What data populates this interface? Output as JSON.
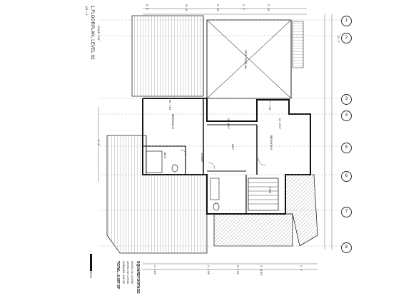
{
  "title": {
    "main": "1.FLOORPLAN, LEVEL 02",
    "scale": "1/8\" = 1'",
    "note": "SCALE: 3/16\""
  },
  "square_footage": {
    "heading": "SQUAREFOOTAGE",
    "lines": [
      "LEVEL 01 LIVING",
      "LEVEL 02 LIVING",
      "GARAGE: 496 SF",
      "TOTAL: 2,087 SF"
    ]
  },
  "north": {
    "label": "NORTH"
  },
  "grid_lines": [
    "1",
    "2",
    "3",
    "4",
    "5",
    "6",
    "7",
    "8"
  ],
  "rooms": {
    "open_to_below": "OPEN TO BELOW",
    "bedroom_3": "BEDROOM #3",
    "bedroom_2": "BEDROOM #2",
    "loft": "LOFT",
    "bath": "BATH",
    "closet": "CLOSET",
    "stair": "STAIR"
  },
  "dimensions": {
    "top": [
      "8' - 6\"",
      "11' - 8\"",
      "8' - 10\"",
      "5' - 2\"",
      "5' - 10\""
    ],
    "bottom": [
      "4' - 5 1/2\"",
      "4' - 5 3/4\"",
      "8' - 0 3/4\"",
      "3' - 11 3/4\"",
      "4' - 4\""
    ],
    "interior": [
      "18' - 5 1/2\"",
      "11' - 6 3/4\"",
      "11' - 6 3/4\"",
      "7' - 0 3/4\"",
      "10' - 0\"",
      "8' - 0\""
    ]
  },
  "colors": {
    "line": "#222222",
    "hatch": "#555555",
    "paper": "#ffffff"
  }
}
